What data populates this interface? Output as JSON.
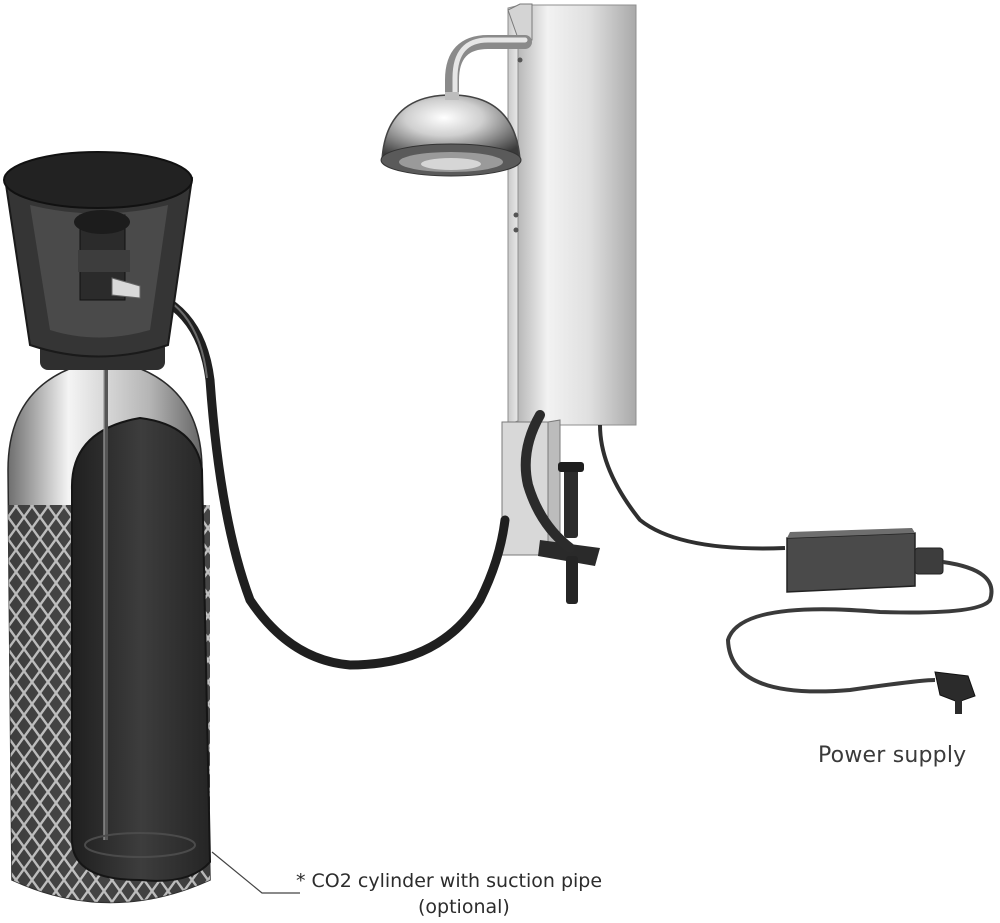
{
  "labels": {
    "power_supply": "Power supply",
    "cylinder_line1": "* CO2  cylinder with suction pipe",
    "cylinder_line2": "(optional)"
  },
  "colors": {
    "cylinder_body": "#3a3a3a",
    "cylinder_silver": "#b9b9b9",
    "steel": "#d9d9d9",
    "hose": "#2a2a2a",
    "adapter": "#454545",
    "text": "#3a3a3a"
  }
}
